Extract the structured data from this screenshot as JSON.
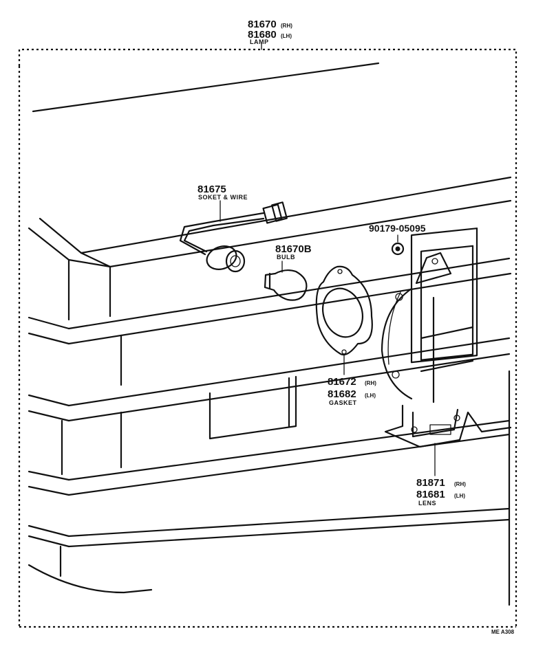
{
  "labels": {
    "lamp": {
      "rh_number": "81670",
      "rh_suffix": "(RH)",
      "lh_number": "81680",
      "lh_suffix": "(LH)",
      "name": "LAMP"
    },
    "socket": {
      "number": "81675",
      "name": "SOKET & WIRE"
    },
    "bulb": {
      "number": "81670B",
      "name": "BULB"
    },
    "bolt": {
      "number": "90179-05095"
    },
    "gasket": {
      "rh_number": "81672",
      "rh_suffix": "(RH)",
      "lh_number": "81682",
      "lh_suffix": "(LH)",
      "name": "GASKET"
    },
    "lens": {
      "rh_number": "81871",
      "rh_suffix": "(RH)",
      "lh_number": "81681",
      "lh_suffix": "(LH)",
      "name": "LENS"
    }
  },
  "drawing_code": "ME A308"
}
